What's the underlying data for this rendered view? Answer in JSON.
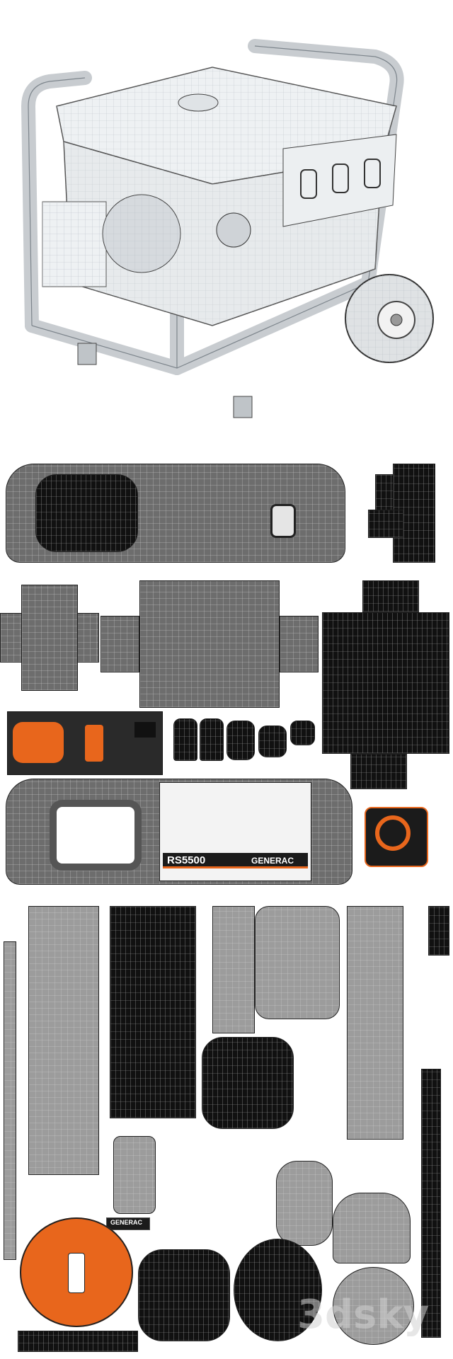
{
  "product": {
    "model_label": "RS5500",
    "brand_label": "GENERAC",
    "small_decal_label": "GENERAC"
  },
  "watermark": {
    "text": "3dsky"
  },
  "colors": {
    "wireframe_gray": "#6d6d6d",
    "uv_black": "#111111",
    "accent_orange": "#e8661c",
    "render_white": "#f2f2f2"
  },
  "icons": {
    "render": "generator-wireframe-render",
    "uv_layout": "uv-texture-atlas"
  }
}
